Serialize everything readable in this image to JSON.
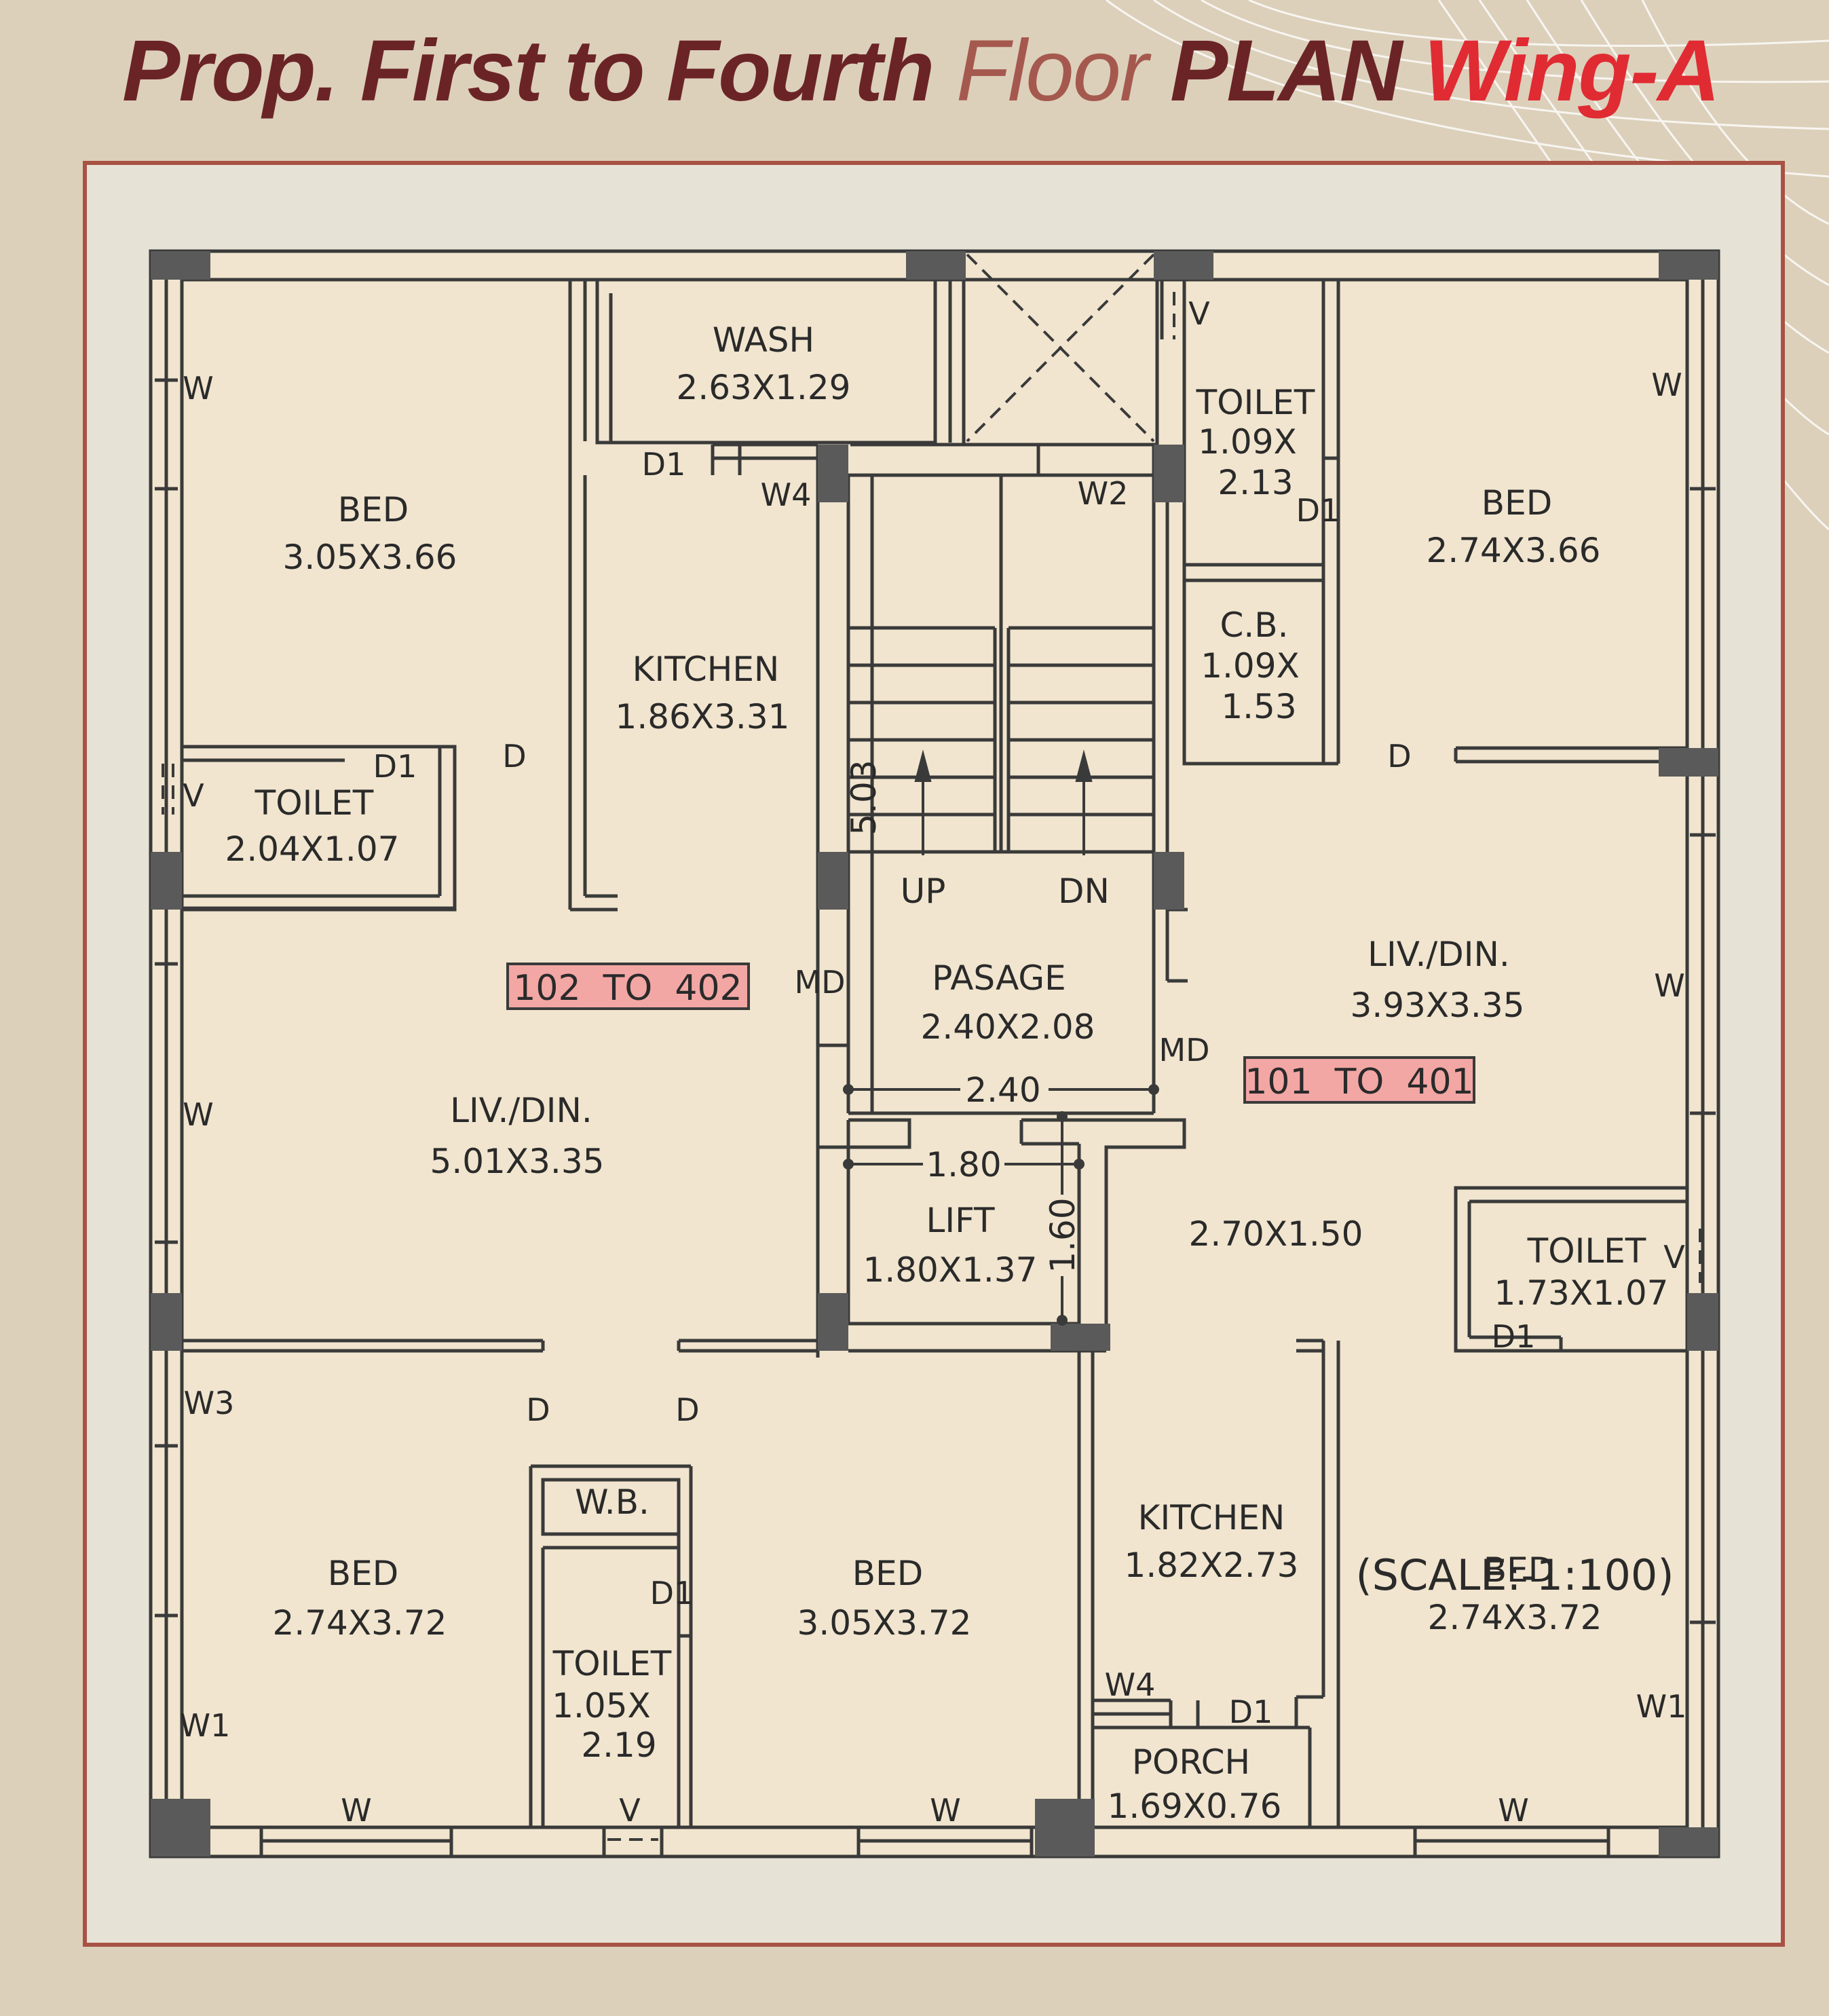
{
  "title": {
    "part1": "Prop. First  to Fourth ",
    "part2": "Floor ",
    "part3": "PLAN ",
    "part4": "Wing-A"
  },
  "colors": {
    "background": "#dcd0bb",
    "frame": "#a85244",
    "paper": "#e7e2d6",
    "floor": "#f1e5cf",
    "wall": "#3a3a3a",
    "column": "#5a5a5a",
    "tag": "#f2a7a4"
  },
  "rooms": {
    "wash": {
      "name": "WASH",
      "size": "2.63X1.29"
    },
    "bed_tl": {
      "name": "BED",
      "size": "3.05X3.66"
    },
    "kitchen_l": {
      "name": "KITCHEN",
      "size": "1.86X3.31"
    },
    "toilet_tr": {
      "name": "TOILET",
      "size1": "1.09X",
      "size2": "2.13"
    },
    "bed_tr": {
      "name": "BED",
      "size": "2.74X3.66"
    },
    "cb": {
      "name": "C.B.",
      "size1": "1.09X",
      "size2": "1.53"
    },
    "toilet_l": {
      "name": "TOILET",
      "size": "2.04X1.07"
    },
    "pasage": {
      "name": "PASAGE",
      "size": "2.40X2.08"
    },
    "liv_r": {
      "name": "LIV./DIN.",
      "size": "3.93X3.35"
    },
    "liv_l": {
      "name": "LIV./DIN.",
      "size": "5.01X3.35"
    },
    "lift": {
      "name": "LIFT",
      "size": "1.80X1.37"
    },
    "lobby_r": {
      "size": "2.70X1.50"
    },
    "toilet_r": {
      "name": "TOILET",
      "size": "1.73X1.07"
    },
    "wb": {
      "name": "W.B."
    },
    "bed_bl": {
      "name": "BED",
      "size": "2.74X3.72"
    },
    "bed_bc": {
      "name": "BED",
      "size": "3.05X3.72"
    },
    "toilet_b": {
      "name": "TOILET",
      "size1": "1.05X",
      "size2": "2.19"
    },
    "kitchen_r": {
      "name": "KITCHEN",
      "size": "1.82X2.73"
    },
    "bed_br": {
      "name": "BED",
      "size": "2.74X3.72"
    },
    "porch": {
      "name": "PORCH",
      "size": "1.69X0.76"
    }
  },
  "tags": {
    "left": "102  TO  402",
    "right": "101  TO  401"
  },
  "scale": "(SCALE:-1:100)",
  "stair": {
    "up": "UP",
    "dn": "DN",
    "dim": "5.03"
  },
  "dims": {
    "pasage_w": "2.40",
    "lift_w": "1.80",
    "lift_h": "1.60"
  },
  "marks": {
    "w": "W",
    "w1": "W1",
    "w2": "W2",
    "w3": "W3",
    "w4": "W4",
    "d": "D",
    "d1": "D1",
    "md": "MD",
    "v": "V"
  }
}
